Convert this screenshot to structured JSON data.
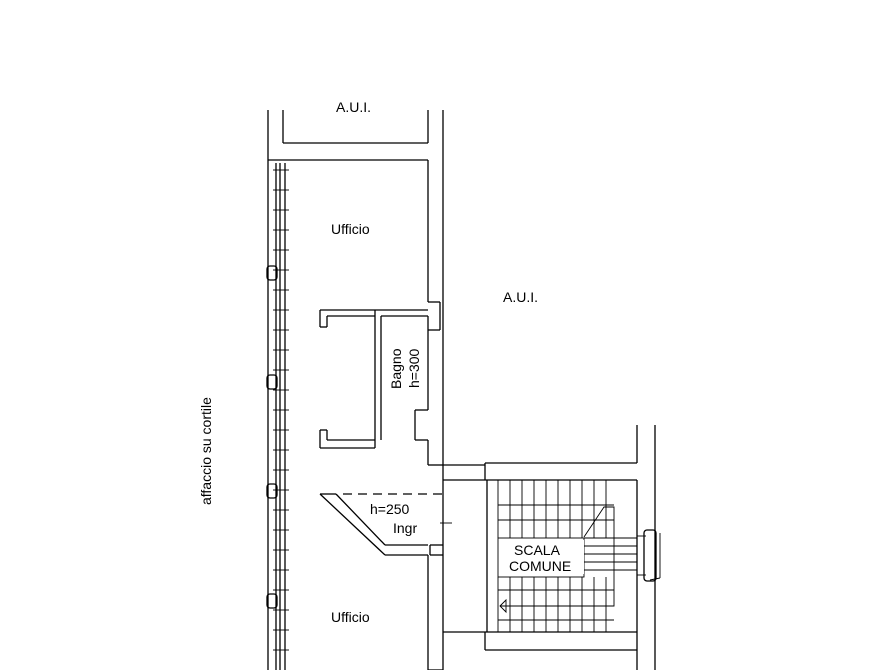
{
  "labels": {
    "aui_top": "A.U.I.",
    "aui_right": "A.U.I.",
    "ufficio_top": "Ufficio",
    "ufficio_bottom": "Ufficio",
    "bagno": "Bagno",
    "bagno_height": "h=300",
    "ingr_height": "h=250",
    "ingr": "Ingr",
    "scala_line1": "SCALA",
    "scala_line2": "COMUNE",
    "affaccio": "affaccio su cortile"
  }
}
